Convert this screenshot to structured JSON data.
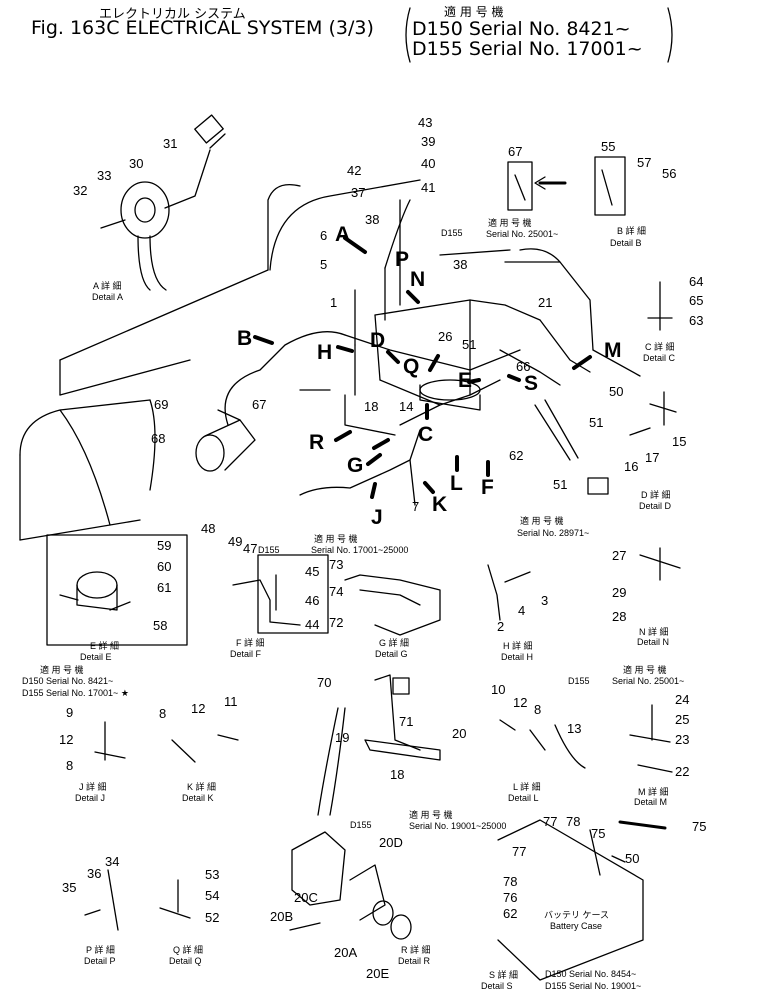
{
  "header": {
    "jp_title": "エレクトリカル システム",
    "jp_applicable": "適 用 号 機",
    "fig_title": "Fig. 163C  ELECTRICAL SYSTEM (3/3)",
    "serial_d150": "D150  Serial  No. 8421~",
    "serial_d155": "D155  Serial  No. 17001~"
  },
  "callouts": {
    "c1": "1",
    "c2": "2",
    "c3": "3",
    "c4": "4",
    "c5": "5",
    "c6": "6",
    "c7": "7",
    "c8a": "8",
    "c8b": "8",
    "c8c": "8",
    "c9": "9",
    "c10": "10",
    "c11": "11",
    "c12a": "12",
    "c12b": "12",
    "c12c": "12",
    "c13": "13",
    "c14": "14",
    "c15": "15",
    "c16": "16",
    "c17": "17",
    "c18a": "18",
    "c18b": "18",
    "c19": "19",
    "c20": "20",
    "c20a": "20A",
    "c20b": "20B",
    "c20c": "20C",
    "c20d": "20D",
    "c20e": "20E",
    "c21": "21",
    "c22": "22",
    "c23": "23",
    "c24": "24",
    "c25": "25",
    "c26": "26",
    "c27": "27",
    "c28": "28",
    "c29": "29",
    "c30": "30",
    "c31": "31",
    "c32": "32",
    "c33": "33",
    "c34": "34",
    "c35": "35",
    "c36": "36",
    "c37": "37",
    "c38a": "38",
    "c38b": "38",
    "c39": "39",
    "c40": "40",
    "c41": "41",
    "c42": "42",
    "c43": "43",
    "c44": "44",
    "c45": "45",
    "c46": "46",
    "c47": "47",
    "c48": "48",
    "c49": "49",
    "c50a": "50",
    "c50b": "50",
    "c51a": "51",
    "c51b": "51",
    "c51c": "51",
    "c52": "52",
    "c53": "53",
    "c54": "54",
    "c55": "55",
    "c56": "56",
    "c57": "57",
    "c58": "58",
    "c59": "59",
    "c60": "60",
    "c61": "61",
    "c62a": "62",
    "c62b": "62",
    "c63": "63",
    "c64": "64",
    "c65": "65",
    "c66": "66",
    "c67a": "67",
    "c67b": "67",
    "c68": "68",
    "c69": "69",
    "c70": "70",
    "c71": "71",
    "c72": "72",
    "c73": "73",
    "c74": "74",
    "c75a": "75",
    "c75b": "75",
    "c76": "76",
    "c77a": "77",
    "c77b": "77",
    "c78a": "78",
    "c78b": "78"
  },
  "arrow_letters": {
    "A": "A",
    "B": "B",
    "C": "C",
    "D": "D",
    "E": "E",
    "F": "F",
    "G": "G",
    "H": "H",
    "J": "J",
    "K": "K",
    "L": "L",
    "M": "M",
    "N": "N",
    "P": "P",
    "Q": "Q",
    "R": "R",
    "S": "S"
  },
  "details": {
    "A": {
      "jp": "A 詳 細",
      "en": "Detail  A"
    },
    "B": {
      "jp": "B 詳 細",
      "en": "Detail  B"
    },
    "C": {
      "jp": "C 詳 細",
      "en": "Detail  C"
    },
    "D": {
      "jp": "D 詳 細",
      "en": "Detail  D"
    },
    "E": {
      "jp": "E 詳 細",
      "en": "Detail  E"
    },
    "F": {
      "jp": "F 詳 細",
      "en": "Detail  F"
    },
    "G": {
      "jp": "G 詳 細",
      "en": "Detail  G"
    },
    "H": {
      "jp": "H 詳 細",
      "en": "Detail  H"
    },
    "J": {
      "jp": "J 詳 細",
      "en": "Detail  J"
    },
    "K": {
      "jp": "K 詳 細",
      "en": "Detail  K"
    },
    "L": {
      "jp": "L 詳 細",
      "en": "Detail  L"
    },
    "M": {
      "jp": "M 詳 細",
      "en": "Detail  M"
    },
    "N": {
      "jp": "N 詳 細",
      "en": "Detail  N"
    },
    "P": {
      "jp": "P 詳 細",
      "en": "Detail  P"
    },
    "Q": {
      "jp": "Q 詳 細",
      "en": "Detail  Q"
    },
    "R": {
      "jp": "R 詳 細",
      "en": "Detail  R"
    },
    "S": {
      "jp": "S 詳 細",
      "en": "Detail  S"
    }
  },
  "serial_notes": {
    "d155_main": "D155",
    "b_jp": "適 用 号 機",
    "b_serial": "Serial  No. 25001~",
    "s51_jp": "適 用 号 機",
    "s51_serial": "Serial  No. 28971~",
    "f_model": "D155",
    "f_jp": "適 用 号 機",
    "f_serial": "Serial  No. 17001~25000",
    "e_jp": "適 用 号 機",
    "e_d150": "D150   Serial  No. 8421~",
    "e_d155": "D155   Serial  No. 17001~ ★",
    "m_jp": "適 用 号 機",
    "m_model": "D155",
    "m_serial": "Serial  No. 25001~",
    "r_model": "D155",
    "r_jp": "適 用 号 機",
    "r_serial": "Serial  No. 19001~25000",
    "s_d150": "D150   Serial  No. 8454~",
    "s_d155": "D155   Serial  No. 19001~",
    "battery_jp": "バッテリ  ケース",
    "battery_en": "Battery  Case"
  }
}
